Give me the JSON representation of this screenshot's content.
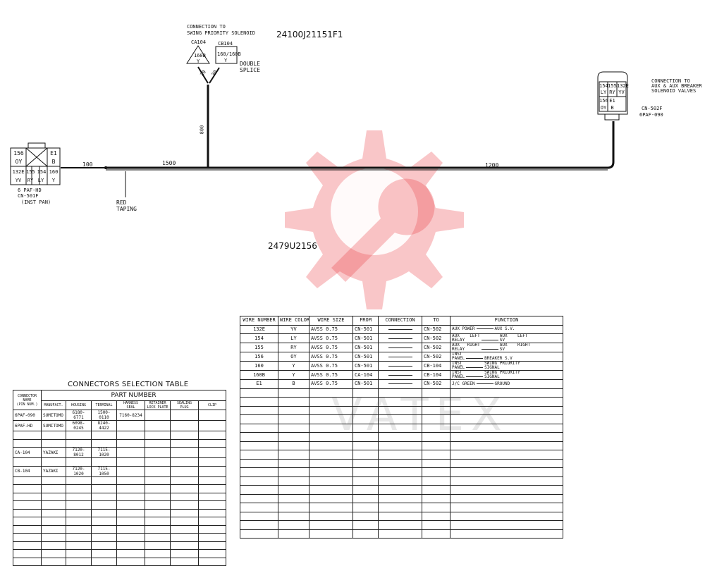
{
  "drawing_numbers": {
    "main": "24100J21151F1",
    "secondary": "2479U2156"
  },
  "connection_swing": {
    "line1": "CONNECTION TO",
    "line2": "SWING PRIORITY SOLENOID"
  },
  "connector_ca104": {
    "name": "CA104",
    "pin": "160B",
    "color": "Y"
  },
  "connector_cb104": {
    "name": "CB104",
    "pin": "160/160B",
    "color": "Y"
  },
  "double_splice": {
    "line1": "DOUBLE",
    "line2": "SPLICE"
  },
  "splice_branch_lengths": {
    "left": "30",
    "right": "30"
  },
  "connection_aux": {
    "line1": "CONNECTION TO",
    "line2": "AUX & AUX BREAKER",
    "line3": "SOLENOID VALVES"
  },
  "connector_cn502f": {
    "name": "CN-502F",
    "type": "6PAF-090",
    "row1": [
      "154",
      "155",
      "132E"
    ],
    "row2": [
      "LY",
      "RY",
      "YV"
    ],
    "row3": [
      "156",
      "E1"
    ],
    "row4": [
      "OY",
      "B"
    ]
  },
  "connector_cn501f": {
    "type": "6 PAF-HD",
    "name": "CN-501F",
    "location": "(INST PAN)",
    "row1": [
      "156",
      "E1"
    ],
    "row2": [
      "OY",
      "B"
    ],
    "row3": [
      "132E",
      "155",
      "154",
      "160"
    ],
    "row4": [
      "YV",
      "RY",
      "LY",
      "Y"
    ]
  },
  "segment_lengths": {
    "a": "100",
    "b": "1500",
    "c": "1200",
    "vertical": "800"
  },
  "red_taping": {
    "line1": "RED",
    "line2": "TAPING"
  },
  "wire_table": {
    "headers": [
      "WIRE NUMBER",
      "WIRE COLOR",
      "WIRE SIZE",
      "FROM",
      "CONNECTION",
      "TO",
      "FUNCTION"
    ],
    "rows": [
      {
        "wire": "132E",
        "color": "YV",
        "size": "AVSS  0.75",
        "from": "CN-501",
        "to": "CN-502",
        "fn_left": "AUX POWER",
        "fn_right": "AUX S.V."
      },
      {
        "wire": "154",
        "color": "LY",
        "size": "AVSS  0.75",
        "from": "CN-501",
        "to": "CN-502",
        "fn_left": "AUX    LEFT\nRELAY",
        "fn_right": "AUX    LEFT\nSV"
      },
      {
        "wire": "155",
        "color": "RY",
        "size": "AVSS  0.75",
        "from": "CN-501",
        "to": "CN-502",
        "fn_left": "AUX   RIGHT\nRELAY",
        "fn_right": "AUX    RIGHT\nSV"
      },
      {
        "wire": "156",
        "color": "OY",
        "size": "AVSS  0.75",
        "from": "CN-501",
        "to": "CN-502",
        "fn_left": "INST\nPANEL",
        "fn_right": "BREAKER S.V"
      },
      {
        "wire": "160",
        "color": "Y",
        "size": "AVSS  0.75",
        "from": "CN-501",
        "to": "CB-104",
        "fn_left": "INST\nPANEL",
        "fn_right": "SWING PRIORITY\nSIGNAL"
      },
      {
        "wire": "160B",
        "color": "Y",
        "size": "AVSS  0.75",
        "from": "CA-104",
        "to": "CB-104",
        "fn_left": "INST\nPANEL",
        "fn_right": "SWING PRIORITY\nSIGNAL"
      },
      {
        "wire": "E1",
        "color": "B",
        "size": "AVSS  0.75",
        "from": "CN-501",
        "to": "CN-502",
        "fn_left": "J/C GREEN",
        "fn_right": "GROUND"
      }
    ]
  },
  "connectors_table": {
    "title": "CONNECTORS SELECTION TABLE",
    "group_header": "PART NUMBER",
    "col_connector": "CONNECTOR\nNAME\n(PIN NUM.)",
    "headers": [
      "MANUFACT.",
      "HOUSING",
      "TERMINAL",
      "HARNESS\nSEAL",
      "RETAINER\nLOCK PLATE",
      "SEALING\nPLUG",
      "CLIP"
    ],
    "rows": [
      [
        "6PAF-090",
        "SUMITOMO",
        "6180-6771",
        "1500-0110",
        "7160-8234",
        "",
        "",
        ""
      ],
      [
        "6PAF-HD",
        "SUMITOMO",
        "6098-0245",
        "8240-4422",
        "",
        "",
        "",
        ""
      ],
      [
        "",
        "",
        "",
        "",
        "",
        "",
        "",
        ""
      ],
      [
        "",
        "",
        "",
        "",
        "",
        "",
        "",
        ""
      ],
      [
        "CA-104",
        "YAZAKI",
        "7120-\n8012",
        "7115-\n1020",
        "",
        "",
        "",
        ""
      ],
      [
        "",
        "",
        "",
        "",
        "",
        "",
        "",
        ""
      ],
      [
        "CB-104",
        "YAZAKI",
        "7120-1020",
        "7115-1050",
        "",
        "",
        "",
        ""
      ],
      [
        "",
        "",
        "",
        "",
        "",
        "",
        "",
        ""
      ],
      [
        "",
        "",
        "",
        "",
        "",
        "",
        "",
        ""
      ],
      [
        "",
        "",
        "",
        "",
        "",
        "",
        "",
        ""
      ],
      [
        "",
        "",
        "",
        "",
        "",
        "",
        "",
        ""
      ],
      [
        "",
        "",
        "",
        "",
        "",
        "",
        "",
        ""
      ],
      [
        "",
        "",
        "",
        "",
        "",
        "",
        "",
        ""
      ],
      [
        "",
        "",
        "",
        "",
        "",
        "",
        "",
        ""
      ],
      [
        "",
        "",
        "",
        "",
        "",
        "",
        "",
        ""
      ],
      [
        "",
        "",
        "",
        "",
        "",
        "",
        "",
        ""
      ],
      [
        "",
        "",
        "",
        "",
        "",
        "",
        "",
        ""
      ],
      [
        "",
        "",
        "",
        "",
        "",
        "",
        "",
        ""
      ]
    ]
  },
  "watermark": {
    "text": "VATEX",
    "color": "#e8343a",
    "icon": "gear-wrench-icon"
  }
}
